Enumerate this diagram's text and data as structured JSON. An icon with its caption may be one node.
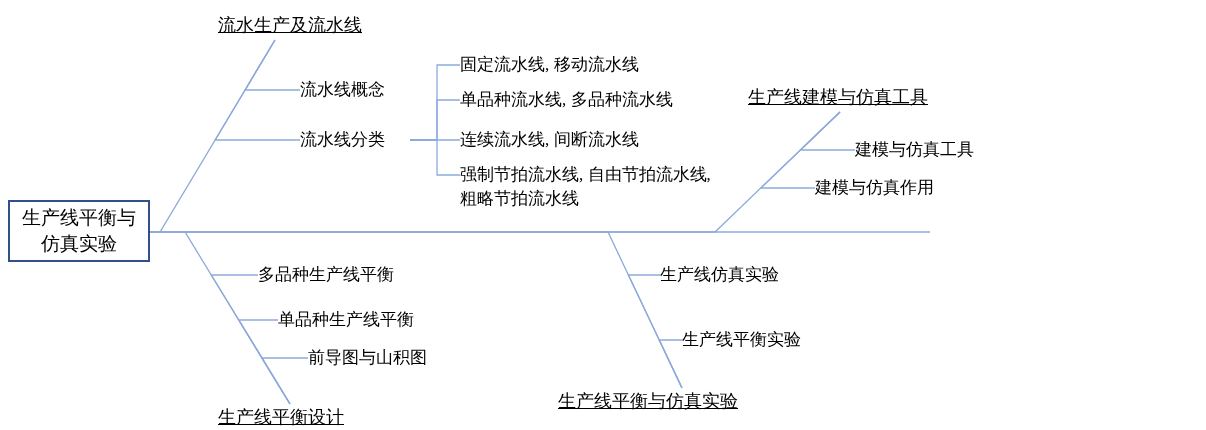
{
  "diagram": {
    "nodes": [
      {
        "text": [
          "生产线平衡与仿真实验"
        ]
      },
      {
        "text": [
          "流水生产及流水线"
        ]
      },
      {
        "text": [
          "流水线概念"
        ]
      },
      {
        "text": [
          "流水线分类"
        ]
      },
      {
        "text": [
          "固定流水线, 移动流水线"
        ]
      },
      {
        "text": [
          "单品种流水线, 多品种流水线"
        ]
      },
      {
        "text": [
          "连续流水线, 间断流水线"
        ]
      },
      {
        "text": [
          "强制节拍流水线, 自由节拍流水线, 粗略节拍流水线"
        ]
      },
      {
        "text": [
          "生产线平衡设计"
        ]
      },
      {
        "text": [
          "多品种生产线平衡"
        ]
      },
      {
        "text": [
          "单品种生产线平衡"
        ]
      },
      {
        "text": [
          "前导图与山积图"
        ]
      },
      {
        "text": [
          "生产线建模与仿真工具"
        ]
      },
      {
        "text": [
          "建模与仿真工具"
        ]
      },
      {
        "text": [
          "建模与仿真作用"
        ]
      },
      {
        "text": [
          "生产线平衡与仿真实验"
        ]
      },
      {
        "text": [
          "生产线仿真实验"
        ]
      },
      {
        "text": [
          "生产线平衡实验"
        ]
      }
    ],
    "edges": [
      {
        "from": 0,
        "to": null,
        "arrow": "none"
      },
      {
        "from": 0,
        "to": 1,
        "arrow": "none"
      },
      {
        "from": 1,
        "to": 2,
        "arrow": "none"
      },
      {
        "from": 1,
        "to": 3,
        "arrow": "none"
      },
      {
        "from": 3,
        "to": 4,
        "arrow": "none"
      },
      {
        "from": 3,
        "to": 5,
        "arrow": "none"
      },
      {
        "from": 3,
        "to": 6,
        "arrow": "none"
      },
      {
        "from": 3,
        "to": 7,
        "arrow": "none"
      },
      {
        "from": 0,
        "to": 8,
        "arrow": "none"
      },
      {
        "from": 8,
        "to": 9,
        "arrow": "none"
      },
      {
        "from": 8,
        "to": 10,
        "arrow": "none"
      },
      {
        "from": 8,
        "to": 11,
        "arrow": "none"
      },
      {
        "from": 0,
        "to": 12,
        "arrow": "none"
      },
      {
        "from": 12,
        "to": 13,
        "arrow": "none"
      },
      {
        "from": 12,
        "to": 14,
        "arrow": "none"
      },
      {
        "from": 0,
        "to": 15,
        "arrow": "none"
      },
      {
        "from": 15,
        "to": 16,
        "arrow": "none"
      },
      {
        "from": 15,
        "to": 17,
        "arrow": "none"
      }
    ]
  }
}
